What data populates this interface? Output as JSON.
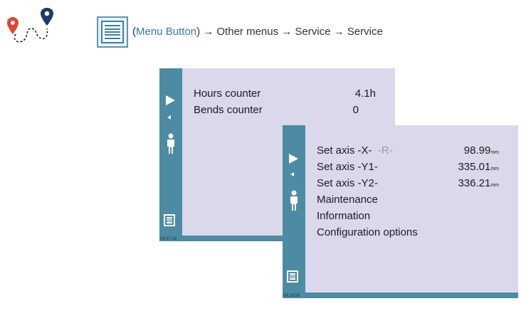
{
  "header": {
    "breadcrumb_open": "(",
    "menu_button_label": "Menu Button",
    "breadcrumb_rest": ") → Other menus → Service → Service"
  },
  "screen1": {
    "clock": "08:17:16",
    "rows": [
      {
        "label": "Hours counter",
        "value": "4.1h"
      },
      {
        "label": "Bends counter",
        "value": "0"
      }
    ]
  },
  "screen2": {
    "clock": "08:16:58",
    "rows": [
      {
        "label": "Set axis  -X-",
        "extra": "-R-",
        "value": "98.99",
        "unit": "mm"
      },
      {
        "label": "Set axis -Y1-",
        "value": "335.01",
        "unit": "mm"
      },
      {
        "label": "Set axis -Y2-",
        "value": "336.21",
        "unit": "mm"
      },
      {
        "label": "Maintenance"
      },
      {
        "label": "Information"
      },
      {
        "label": "Configuration options"
      }
    ]
  },
  "colors": {
    "panel_background": "#dcd8ec",
    "sidebar": "#4c8ba3",
    "link": "#2e7ba8",
    "pin_red": "#e2452f",
    "pin_navy": "#1e3a6b"
  },
  "icons": [
    "route-pins-icon",
    "menu-list-icon",
    "play-icon",
    "back-icon",
    "person-icon"
  ]
}
